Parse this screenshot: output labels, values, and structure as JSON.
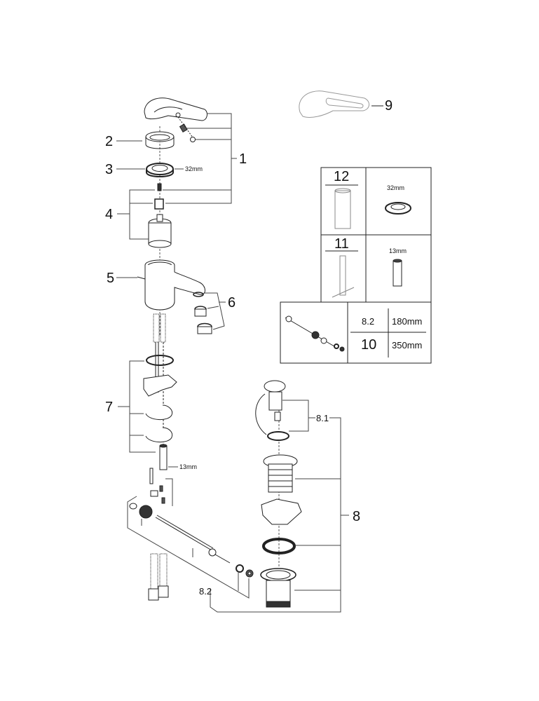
{
  "diagram": {
    "title": "Exploded parts diagram — single-lever basin mixer",
    "callouts": [
      {
        "id": "1",
        "label": "1"
      },
      {
        "id": "2",
        "label": "2"
      },
      {
        "id": "3",
        "label": "3",
        "dimension": "32mm"
      },
      {
        "id": "4",
        "label": "4"
      },
      {
        "id": "5",
        "label": "5"
      },
      {
        "id": "6",
        "label": "6"
      },
      {
        "id": "7",
        "label": "7",
        "dimension": "13mm"
      },
      {
        "id": "8",
        "label": "8"
      },
      {
        "id": "8.1",
        "label": "8.1"
      },
      {
        "id": "8.2",
        "label": "8.2"
      },
      {
        "id": "9",
        "label": "9"
      }
    ],
    "tools_table": {
      "rows": [
        {
          "tool_number": "12",
          "size": "32mm"
        },
        {
          "tool_number": "11",
          "size": "13mm"
        }
      ],
      "rod_lengths": [
        {
          "part": "8.2",
          "length": "180mm"
        },
        {
          "part": "10",
          "length": "350mm"
        }
      ]
    }
  }
}
